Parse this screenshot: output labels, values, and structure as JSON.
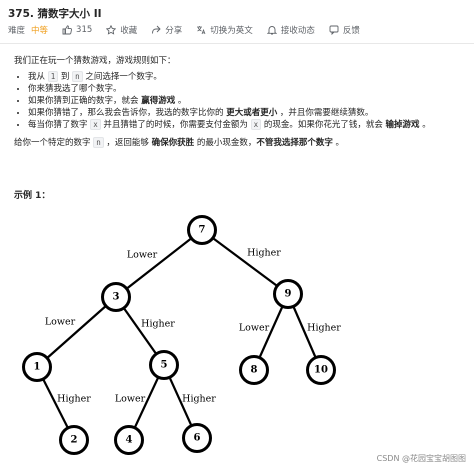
{
  "problem": {
    "title": "375. 猜数字大小 II"
  },
  "meta": {
    "difficulty_label": "难度",
    "difficulty": "中等",
    "likes": "315",
    "favorite": "收藏",
    "share": "分享",
    "switch_lang": "切换为英文",
    "notify": "接收动态",
    "feedback": "反馈"
  },
  "description": {
    "intro": "我们正在玩一个猜数游戏，游戏规则如下：",
    "b1": {
      "t1": "我从 ",
      "c1": "1",
      "t2": " 到 ",
      "c2": "n",
      "t3": " 之间选择一个数字。"
    },
    "b2": "你来猜我选了哪个数字。",
    "b3": {
      "t1": "如果你猜到正确的数字，就会 ",
      "bold": "赢得游戏",
      "t2": " 。"
    },
    "b4": {
      "t1": "如果你猜错了，那么我会告诉你，我选的数字比你的 ",
      "bold": "更大或者更小",
      "t2": " ，并且你需要继续猜数。"
    },
    "b5": {
      "t1": "每当你猜了数字 ",
      "c1": "x",
      "t2": " 并且猜错了的时候，你需要支付金额为 ",
      "c2": "x",
      "t3": " 的现金。如果你花光了钱，就会 ",
      "bold": "输掉游戏",
      "t4": " 。"
    },
    "task": {
      "t1": "给你一个特定的数字 ",
      "c1": "n",
      "t2": " ，返回能够 ",
      "bold1": "确保你获胜",
      "t3": " 的最小现金数，",
      "bold2": "不管我选择那个数字",
      "t4": " 。"
    }
  },
  "example": {
    "title": "示例 1：",
    "tree": {
      "nodes": [
        "7",
        "3",
        "9",
        "1",
        "5",
        "8",
        "10",
        "2",
        "4",
        "6"
      ],
      "edge_labels": [
        "Lower",
        "Higher",
        "Lower",
        "Higher",
        "Lower",
        "Higher",
        "Higher",
        "Lower",
        "Higher"
      ]
    }
  },
  "watermark": "CSDN @花园宝宝胡图图"
}
